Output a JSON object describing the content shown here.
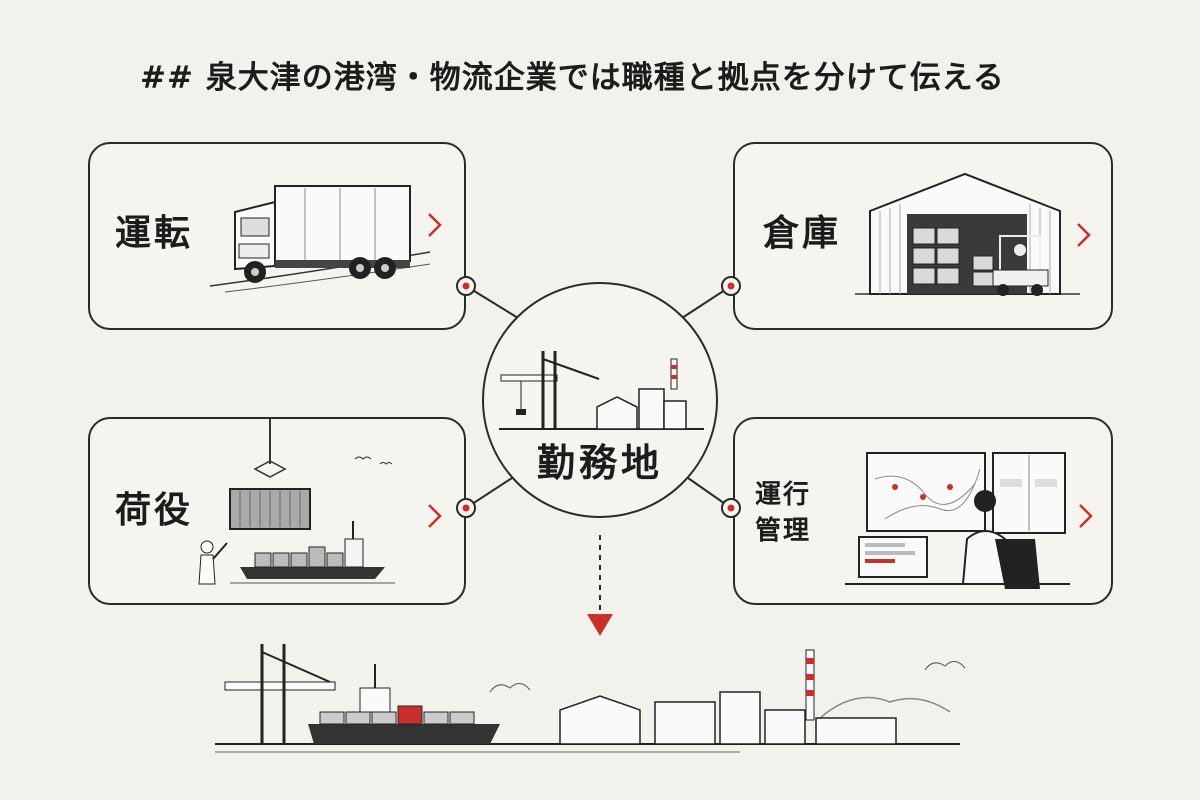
{
  "title": "## 泉大津の港湾・物流企業では職種と拠点を分けて伝える",
  "hub": {
    "label": "勤務地"
  },
  "cards": {
    "driving": {
      "label": "運転"
    },
    "warehouse": {
      "label": "倉庫"
    },
    "cargo": {
      "label": "荷役"
    },
    "operations": {
      "line1": "運行",
      "line2": "管理"
    }
  },
  "colors": {
    "accent": "#c8312b",
    "ink": "#1c1c1c",
    "paper": "#f3f1ec"
  }
}
